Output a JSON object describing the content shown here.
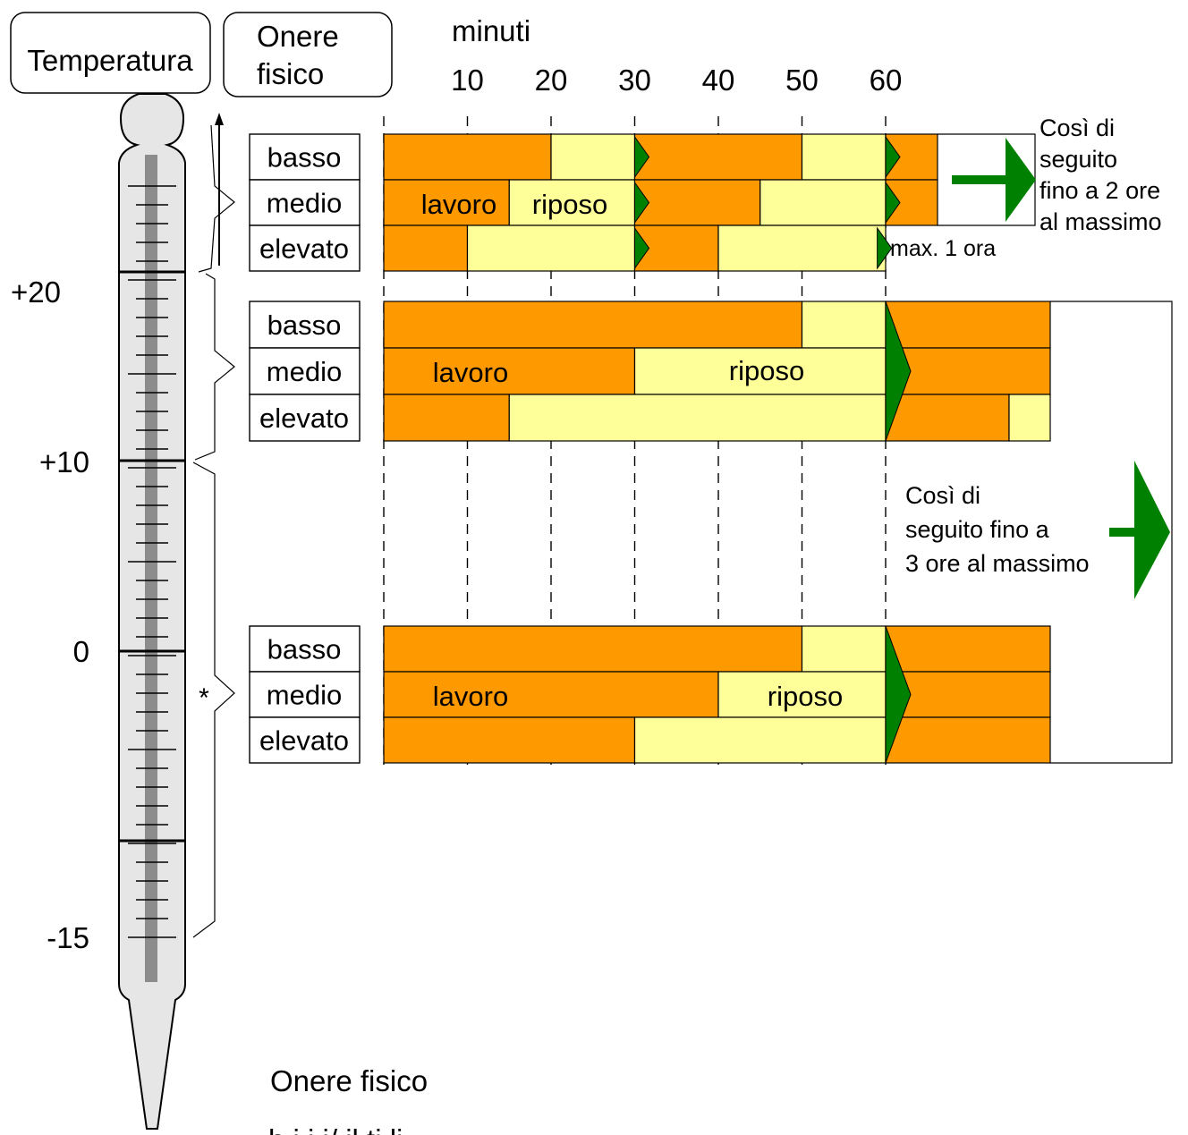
{
  "headers": {
    "temperature": "Temperatura",
    "load_line1": "Onere",
    "load_line2": "fisico",
    "minutes": "minuti",
    "minute_ticks": [
      "10",
      "20",
      "30",
      "40",
      "50",
      "60"
    ]
  },
  "temperature_scale": [
    "+20",
    "+10",
    "0",
    "-15"
  ],
  "asterisk": "*",
  "load_levels": [
    "basso",
    "medio",
    "elevato"
  ],
  "bar_labels": {
    "work": "lavoro",
    "rest": "riposo"
  },
  "notes": {
    "top_line1": "Così di",
    "top_line2": "seguito",
    "top_line3": "fino a 2 ore",
    "top_line4": "al massimo",
    "max_one_hour": "max. 1 ora",
    "mid_line1": "Così di",
    "mid_line2": "seguito fino a",
    "mid_line3": "3 ore al massimo"
  },
  "footer": {
    "title": "Onere fisico",
    "partial_line": "b                    i       i  i/ il           ti            li"
  },
  "colors": {
    "work": "#ff9900",
    "rest": "#ffff99",
    "arrow": "#008000",
    "line": "#000000"
  },
  "chart_data": {
    "type": "gantt",
    "x_unit": "minuti",
    "x_ticks": [
      10,
      20,
      30,
      40,
      50,
      60
    ],
    "groups": [
      {
        "temperature_range": "> +20",
        "rows": [
          {
            "load": "basso",
            "work_min": 20,
            "rest_min": 10,
            "cycle": 30
          },
          {
            "load": "medio",
            "work_min": 15,
            "rest_min": 15,
            "cycle": 30
          },
          {
            "load": "elevato",
            "work_min": 10,
            "rest_min": 20,
            "cycle": 30
          }
        ],
        "continuation": "fino a 2 ore al massimo",
        "elevato_limit": "max. 1 ora"
      },
      {
        "temperature_range": "+10 … +20",
        "rows": [
          {
            "load": "basso",
            "work_min": 50,
            "rest_min": 10,
            "cycle": 60
          },
          {
            "load": "medio",
            "work_min": 30,
            "rest_min": 30,
            "cycle": 60
          },
          {
            "load": "elevato",
            "work_min": 15,
            "rest_min": 45,
            "cycle": 60
          }
        ],
        "continuation": "fino a 3 ore al massimo"
      },
      {
        "temperature_range": "-15 … +10",
        "rows": [
          {
            "load": "basso",
            "work_min": 50,
            "rest_min": 10,
            "cycle": 60
          },
          {
            "load": "medio",
            "work_min": 40,
            "rest_min": 20,
            "cycle": 60
          },
          {
            "load": "elevato",
            "work_min": 30,
            "rest_min": 30,
            "cycle": 60
          }
        ],
        "continuation": "fino a 3 ore al massimo"
      }
    ]
  }
}
